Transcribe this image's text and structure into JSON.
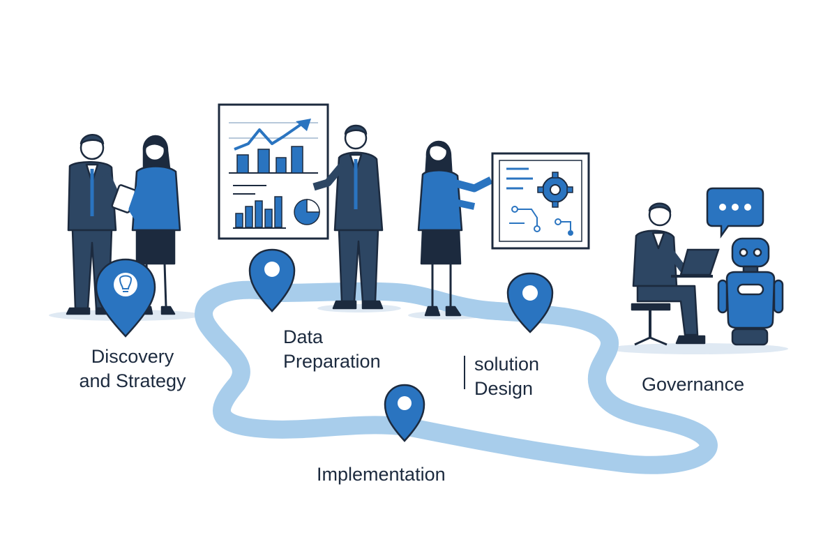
{
  "stages": {
    "discovery": {
      "line1": "Discovery",
      "line2": "and Strategy",
      "icon": "lightbulb-icon"
    },
    "data_preparation": {
      "line1": "Data",
      "line2": "Preparation"
    },
    "solution_design": {
      "line1": "solution",
      "line2": "Design"
    },
    "implementation": {
      "line1": "Implementation"
    },
    "governance": {
      "line1": "Governance"
    }
  },
  "colors": {
    "primary_blue": "#2a74c0",
    "suit_navy": "#2d4663",
    "path_light_blue": "#a8cdeb",
    "outline": "#1c2a3e",
    "shadow": "#dfe9f3"
  },
  "icons": [
    "map-pin-icon",
    "bar-chart-icon",
    "trend-arrow-icon",
    "pie-chart-icon",
    "gear-icon",
    "speech-bubble-icon",
    "laptop-icon",
    "robot-icon",
    "tablet-icon"
  ]
}
